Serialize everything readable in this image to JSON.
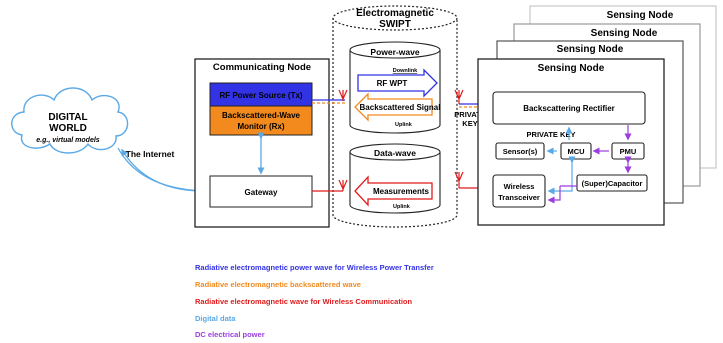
{
  "cloud": {
    "line1": "DIGITAL",
    "line2": "WORLD",
    "line3": "e.g., virtual models"
  },
  "internet_label": "The Internet",
  "comm_node": {
    "title": "Communicating Node",
    "rf_source_label": "RF Power Source (Tx)",
    "monitor_line1": "Backscattered-Wave",
    "monitor_line2": "Monitor (Rx)",
    "gateway_label": "Gateway"
  },
  "swipt": {
    "title_line1": "Electromagnetic",
    "title_line2": "SWIPT",
    "power_wave_title": "Power-wave",
    "downlink_label": "Downlink",
    "rf_wpt_label": "RF WPT",
    "backscattered_label": "Backscattered Signal",
    "uplink_label_1": "Uplink",
    "data_wave_title": "Data-wave",
    "measurements_label": "Measurements",
    "uplink_label_2": "Uplink"
  },
  "private_key_outside_line1": "PRIVATE",
  "private_key_outside_line2": "KEY",
  "sensing_node": {
    "stack_labels": [
      "Sensing Node",
      "Sensing Node",
      "Sensing Node"
    ],
    "title": "Sensing Node",
    "rectifier_label": "Backscattering Rectifier",
    "private_key_label": "PRIVATE KEY",
    "sensors_label": "Sensor(s)",
    "mcu_label": "MCU",
    "pmu_label": "PMU",
    "transceiver_line1": "Wireless",
    "transceiver_line2": "Transceiver",
    "capacitor_label": "(Super)Capacitor"
  },
  "legend": [
    {
      "text": "Radiative electromagnetic power wave for Wireless Power Transfer",
      "color": "#3333e6"
    },
    {
      "text": "Radiative electromagnetic backscattered wave",
      "color": "#f28a1e"
    },
    {
      "text": "Radiative electromagnetic wave for Wireless Communication",
      "color": "#e01b1b"
    },
    {
      "text": "Digital data",
      "color": "#5aa9e6"
    },
    {
      "text": "DC electrical power",
      "color": "#9b3de0"
    }
  ],
  "colors": {
    "power_wave": "#3333e6",
    "backscatter": "#f28a1e",
    "communication": "#e01b1b",
    "digital": "#5aa9e6",
    "dc_power": "#9b3de0"
  }
}
